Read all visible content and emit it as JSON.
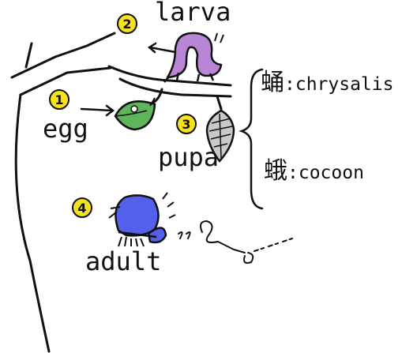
{
  "diagram": {
    "stages": [
      {
        "number": "1",
        "label": "egg"
      },
      {
        "number": "2",
        "label": "larva"
      },
      {
        "number": "3",
        "label": "pupa"
      },
      {
        "number": "4",
        "label": "adult"
      }
    ],
    "pupa_terms": [
      {
        "character": "蛹",
        "term": ":chrysalis"
      },
      {
        "character": "蛾",
        "term": ":cocoon"
      }
    ]
  },
  "colors": {
    "badge": "#f6e21b",
    "leaf": "#5fb55a",
    "larva": "#b985d6",
    "pupa": "#c9c9c9",
    "butterfly": "#5560ea",
    "ink": "#111111"
  }
}
